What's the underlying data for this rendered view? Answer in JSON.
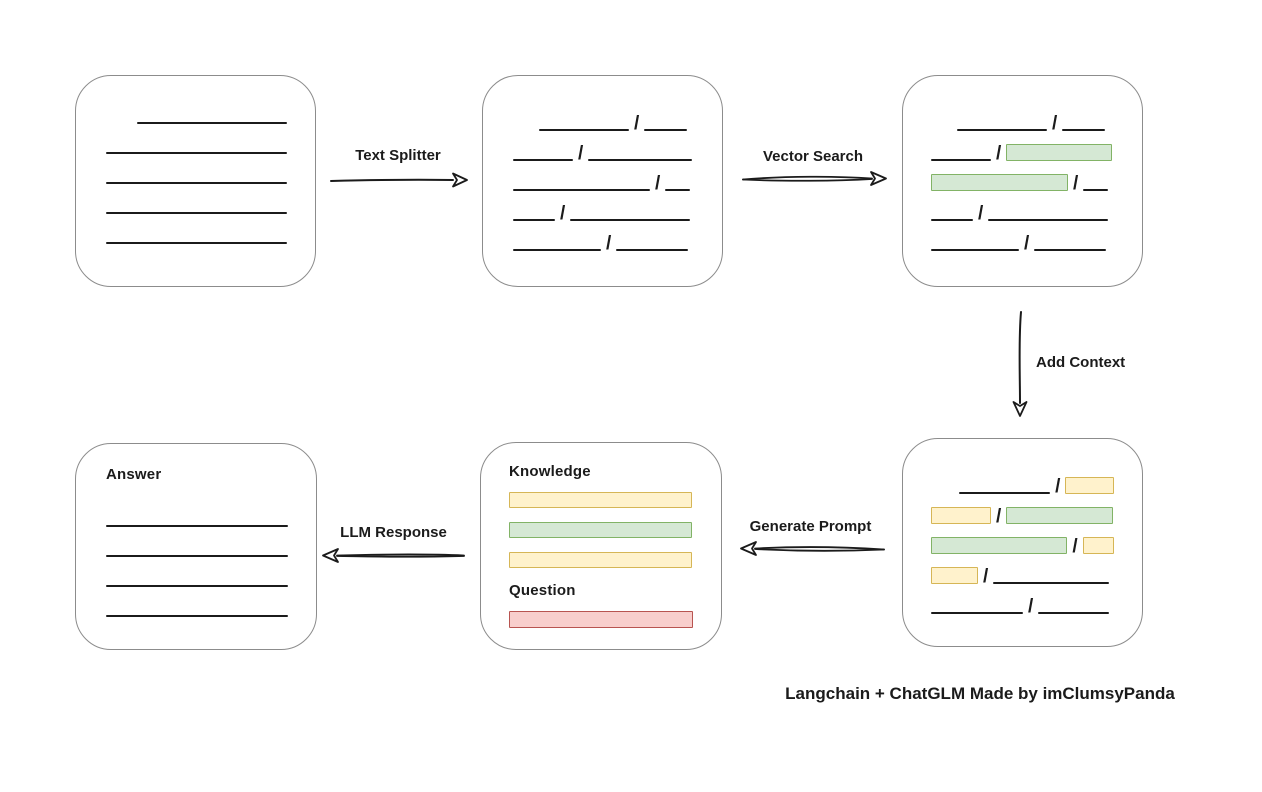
{
  "page": {
    "caption": "Langchain + ChatGLM Made by imClumsyPanda",
    "background": "#ffffff"
  },
  "colors": {
    "ink": "#1b1b1b",
    "node_border": "#8c8c8c",
    "green_fill": "#d5e8d4",
    "green_border": "#82b366",
    "yellow_fill": "#fff2cc",
    "yellow_border": "#d6b656",
    "red_fill": "#f8cecc",
    "red_border": "#b85450"
  },
  "flow": {
    "text_splitter": "Text Splitter",
    "vector_search": "Vector Search",
    "add_context": "Add Context",
    "generate_prompt": "Generate Prompt",
    "llm_response": "LLM Response"
  },
  "nodes": {
    "source_document": {
      "rows": [
        [
          {
            "t": "space",
            "w": 31
          },
          {
            "t": "line",
            "w": 151
          }
        ],
        [
          {
            "t": "line",
            "w": 182
          }
        ],
        [
          {
            "t": "line",
            "w": 182
          }
        ],
        [
          {
            "t": "line",
            "w": 182
          }
        ],
        [
          {
            "t": "line",
            "w": 182
          }
        ]
      ]
    },
    "split_chunks": {
      "rows": [
        [
          {
            "t": "space",
            "w": 26
          },
          {
            "t": "line",
            "w": 90
          },
          {
            "t": "slash"
          },
          {
            "t": "line",
            "w": 43
          }
        ],
        [
          {
            "t": "line",
            "w": 60
          },
          {
            "t": "slash"
          },
          {
            "t": "line",
            "w": 104
          }
        ],
        [
          {
            "t": "line",
            "w": 137
          },
          {
            "t": "slash"
          },
          {
            "t": "line",
            "w": 25
          }
        ],
        [
          {
            "t": "line",
            "w": 42
          },
          {
            "t": "slash"
          },
          {
            "t": "line",
            "w": 120
          }
        ],
        [
          {
            "t": "line",
            "w": 88
          },
          {
            "t": "slash"
          },
          {
            "t": "line",
            "w": 72
          }
        ]
      ]
    },
    "vector_results": {
      "rows": [
        [
          {
            "t": "space",
            "w": 26
          },
          {
            "t": "line",
            "w": 90
          },
          {
            "t": "slash"
          },
          {
            "t": "line",
            "w": 43
          }
        ],
        [
          {
            "t": "line",
            "w": 60
          },
          {
            "t": "slash"
          },
          {
            "t": "green",
            "w": 106
          }
        ],
        [
          {
            "t": "green",
            "w": 137
          },
          {
            "t": "slash"
          },
          {
            "t": "line",
            "w": 25
          }
        ],
        [
          {
            "t": "line",
            "w": 42
          },
          {
            "t": "slash"
          },
          {
            "t": "line",
            "w": 120
          }
        ],
        [
          {
            "t": "line",
            "w": 88
          },
          {
            "t": "slash"
          },
          {
            "t": "line",
            "w": 72
          }
        ]
      ]
    },
    "context_chunks": {
      "rows": [
        [
          {
            "t": "space",
            "w": 28
          },
          {
            "t": "line",
            "w": 92
          },
          {
            "t": "slash"
          },
          {
            "t": "yellow",
            "w": 49
          }
        ],
        [
          {
            "t": "yellow",
            "w": 60
          },
          {
            "t": "slash"
          },
          {
            "t": "green",
            "w": 107
          }
        ],
        [
          {
            "t": "green",
            "w": 139
          },
          {
            "t": "slash"
          },
          {
            "t": "yellow",
            "w": 32
          }
        ],
        [
          {
            "t": "yellow",
            "w": 47
          },
          {
            "t": "slash"
          },
          {
            "t": "line",
            "w": 116
          }
        ],
        [
          {
            "t": "line",
            "w": 92
          },
          {
            "t": "slash"
          },
          {
            "t": "line",
            "w": 71
          }
        ]
      ]
    },
    "prompt": {
      "knowledge_label": "Knowledge",
      "question_label": "Question",
      "knowledge_bars": [
        "yellow",
        "green",
        "yellow"
      ],
      "question_bars": [
        "red"
      ]
    },
    "answer": {
      "label": "Answer",
      "rows": [
        [
          {
            "t": "line",
            "w": 182
          }
        ],
        [
          {
            "t": "line",
            "w": 182
          }
        ],
        [
          {
            "t": "line",
            "w": 182
          }
        ],
        [
          {
            "t": "line",
            "w": 182
          }
        ]
      ]
    }
  }
}
